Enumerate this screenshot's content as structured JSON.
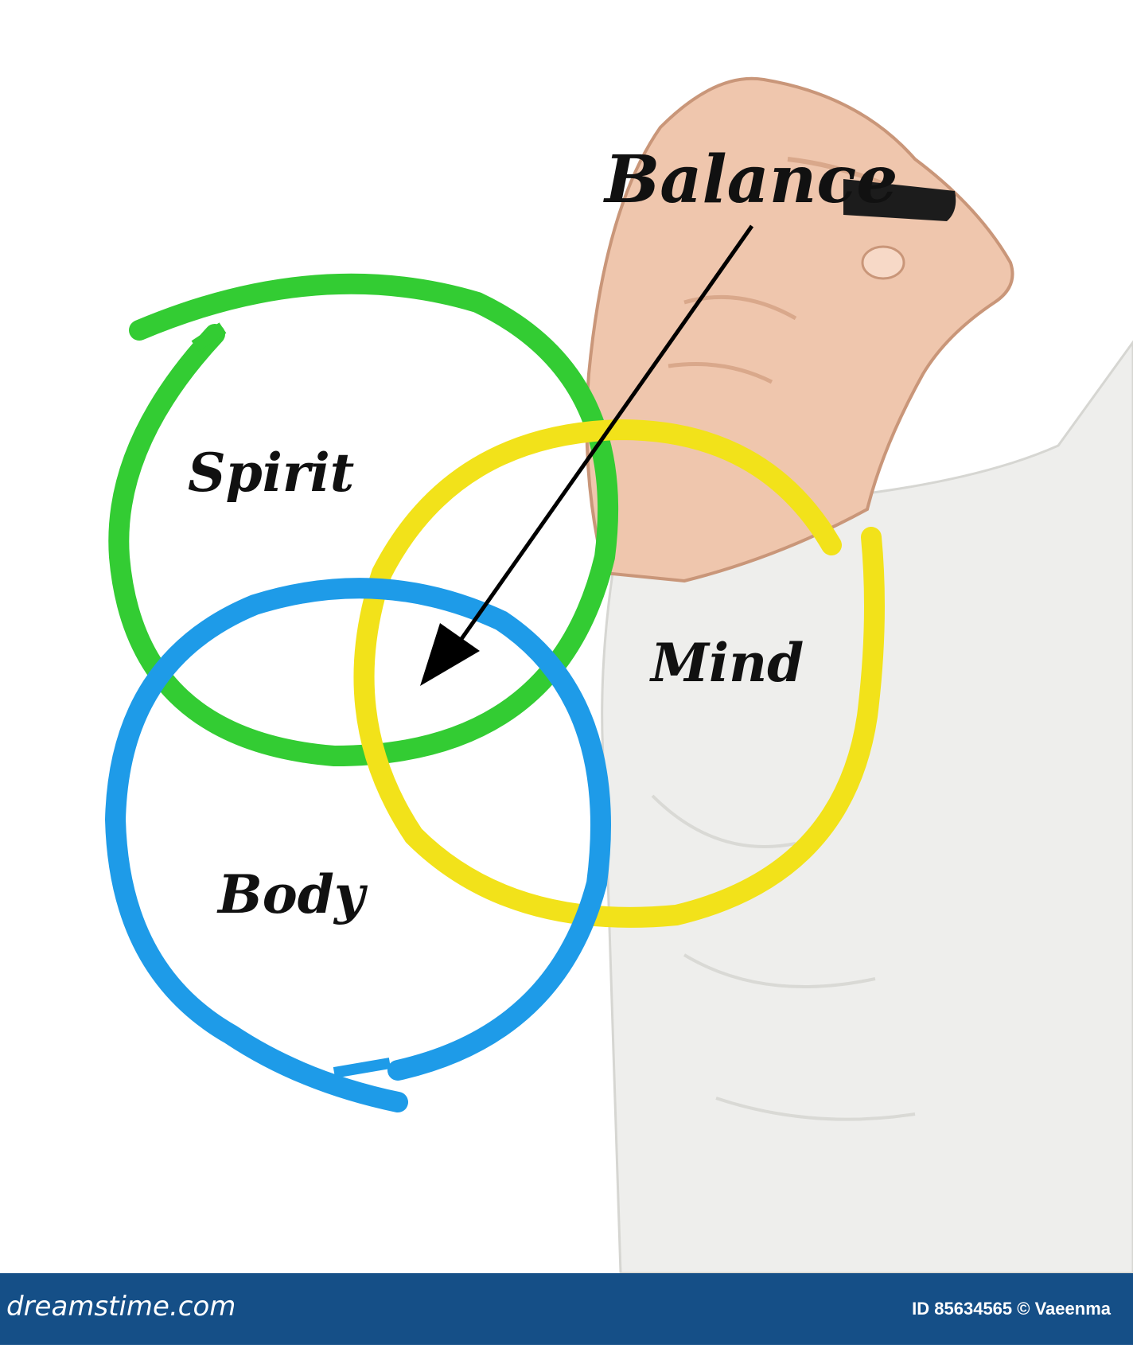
{
  "diagram": {
    "labels": {
      "balance": "Balance",
      "spirit": "Spirit",
      "mind": "Mind",
      "body": "Body"
    },
    "colors": {
      "spirit_ring": "#33cc33",
      "mind_ring": "#f2e21a",
      "body_ring": "#1e9be8",
      "arrow": "#000000",
      "text": "#111111"
    }
  },
  "footer": {
    "brand": "dreamstime.com",
    "credit": "ID 85634565 © Vaeenma",
    "background": "#154f87"
  }
}
